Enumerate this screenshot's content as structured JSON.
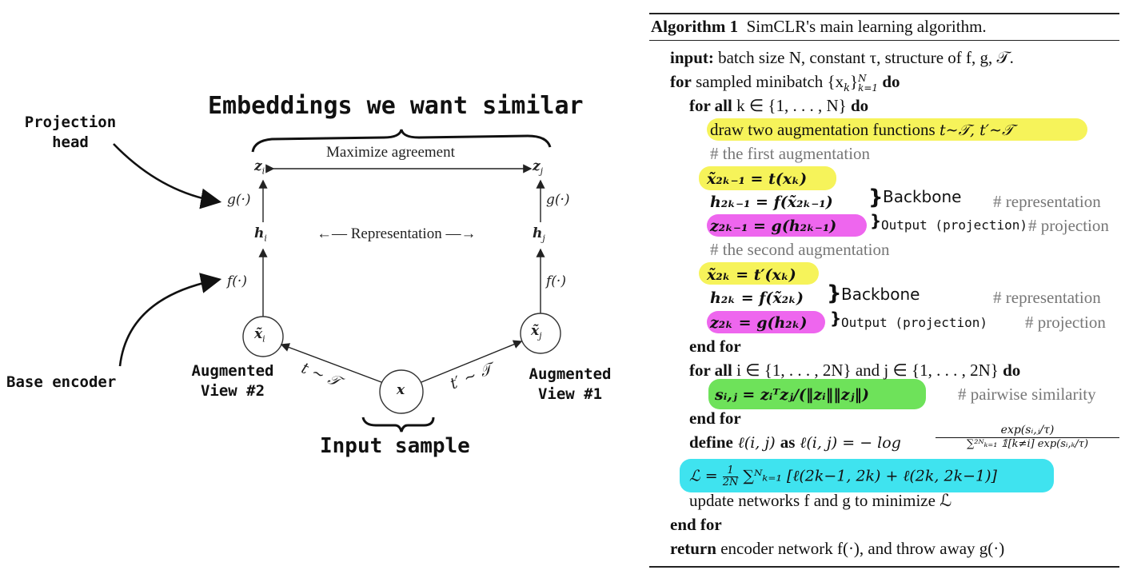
{
  "diagram": {
    "title": "Embeddings we want similar",
    "projection_head_label": "Projection\nhead",
    "base_encoder_label": "Base encoder",
    "augmented_view_2": "Augmented\nView #2",
    "augmented_view_1": "Augmented\nView #1",
    "input_sample": "Input sample",
    "maximize_agreement": "Maximize agreement",
    "representation": "←— Representation —→",
    "z_i": "z",
    "z_j": "z",
    "h_i": "h",
    "h_j": "h",
    "g_left": "g(·)",
    "g_right": "g(·)",
    "f_left": "f(·)",
    "f_right": "f(·)",
    "x_tilde_i": "x̃",
    "x_tilde_j": "x̃",
    "x": "x",
    "t_left": "t ∼ 𝒯",
    "t_right": "t′ ∼ 𝒯",
    "sub_i": "i",
    "sub_j": "j"
  },
  "algorithm": {
    "header_kw": "Algorithm 1",
    "header_title": "SimCLR's main learning algorithm.",
    "lines": {
      "input_kw": "input:",
      "input_text": " batch size N, constant τ, structure of f, g, 𝒯.",
      "for_kw": "for",
      "for_text": " sampled minibatch {x",
      "for_sub": "k",
      "for_text2": "}",
      "for_range": "N",
      "for_range_low": "k=1",
      "do": " do",
      "forall_kw": "for all",
      "forall_text": " k ∈ {1, . . . , N}",
      "forall_do": " do",
      "draw_text": "draw two augmentation functions ",
      "draw_math": "t∼𝒯, t′∼𝒯",
      "cm_first": "# the first augmentation",
      "x2k1": "x̃₂ₖ₋₁ = t(xₖ)",
      "h2k1": "h₂ₖ₋₁ = f(x̃₂ₖ₋₁)",
      "z2k1": "z₂ₖ₋₁ = g(h₂ₖ₋₁)",
      "cm_second": "# the second augmentation",
      "x2k": "x̃₂ₖ = t′(xₖ)",
      "h2k": "h₂ₖ = f(x̃₂ₖ)",
      "z2k": "z₂ₖ = g(h₂ₖ)",
      "cm_repr": "# representation",
      "cm_proj": "# projection",
      "endfor": "end for",
      "forall2_kw": "for all",
      "forall2_text": " i ∈ {1, . . . , 2N} ",
      "and_text": "and",
      "forall2_text2": " j ∈ {1, . . . , 2N} ",
      "forall2_do": "do",
      "sim": "sᵢ,ⱼ = zᵢᵀzⱼ/(‖zᵢ‖‖zⱼ‖)",
      "cm_pair": "# pairwise similarity",
      "define_kw": "define",
      "define_text": " ℓ(i, j) ",
      "as_kw": "as",
      "define_math": " ℓ(i, j) = − log ",
      "frac_num": "exp(sᵢ,ⱼ/τ)",
      "frac_den": "∑²ᴺₖ₌₁ 𝟙[k≠i] exp(sᵢ,ₖ/τ)",
      "loss": "ℒ = ",
      "loss_frac_num": "1",
      "loss_frac_den": "2N",
      "loss_rest": " ∑ᴺₖ₌₁ [ℓ(2k−1, 2k) + ℓ(2k, 2k−1)]",
      "update": "update networks f and g to minimize ℒ",
      "return_kw": "return",
      "return_text": " encoder network f(·), and throw away g(·)"
    },
    "annotations": {
      "backbone_1": "Backbone",
      "output_1": "Output (projection)",
      "backbone_2": "Backbone",
      "output_2": "Output (projection)"
    }
  }
}
